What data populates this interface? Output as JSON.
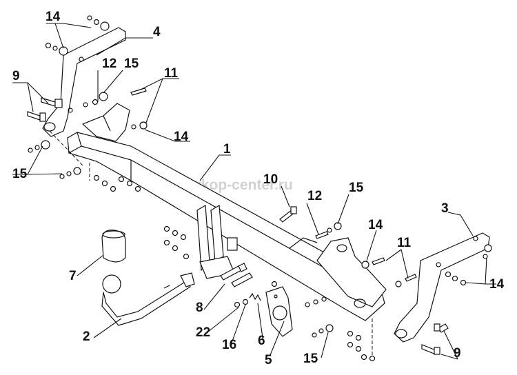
{
  "watermark": "farkop-center.ru",
  "callouts": {
    "c1": "1",
    "c2": "2",
    "c3": "3",
    "c4": "4",
    "c5": "5",
    "c6": "6",
    "c7": "7",
    "c8": "8",
    "c9_left": "9",
    "c9_right": "9",
    "c10": "10",
    "c11_left": "11",
    "c11_right": "11",
    "c12_left": "12",
    "c12_right": "12",
    "c14_top": "14",
    "c14_mid": "14",
    "c14_center": "14",
    "c14_right": "14",
    "c15_top": "15",
    "c15_left": "15",
    "c15_center": "15",
    "c15_bottom": "15",
    "c16": "16",
    "c22": "22"
  }
}
